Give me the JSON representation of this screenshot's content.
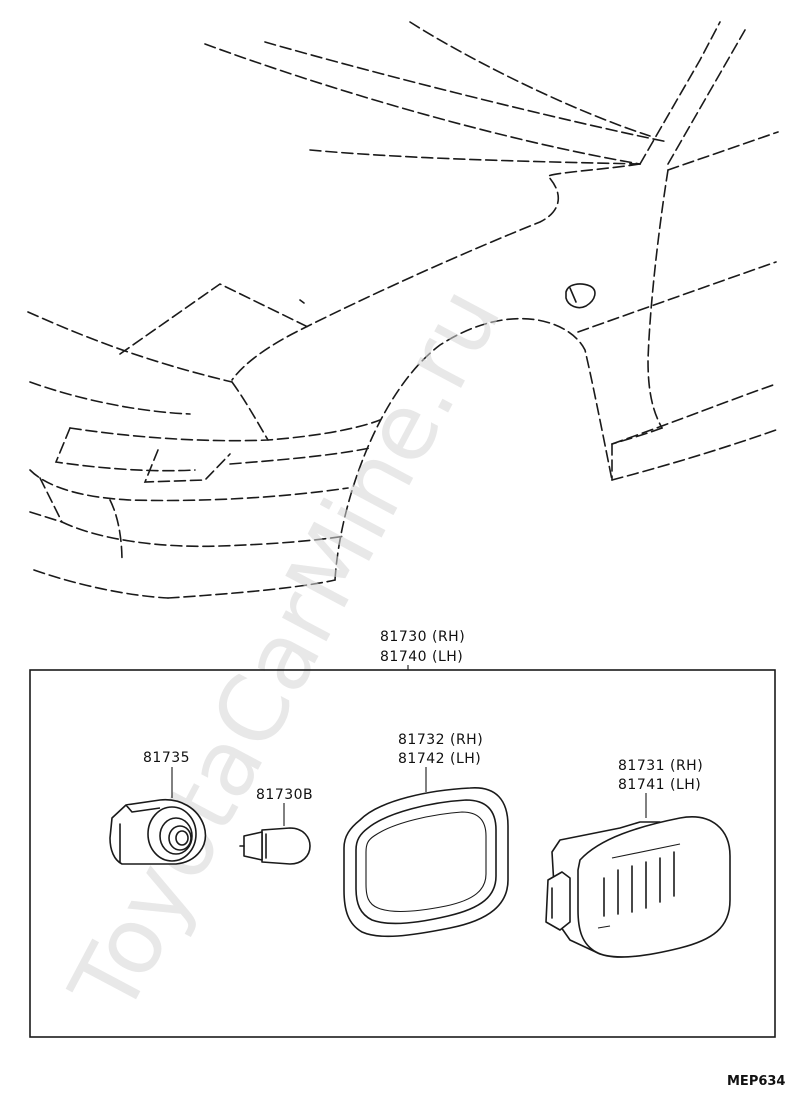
{
  "diagram": {
    "watermark": "ToyotaCarMine.ru",
    "assembly_label": {
      "rh": "81730 (RH)",
      "lh": "81740 (LH)"
    },
    "parts": {
      "socket": {
        "number": "81735"
      },
      "bulb": {
        "number": "81730B"
      },
      "gasket": {
        "rh": "81732 (RH)",
        "lh": "81742 (LH)"
      },
      "lens": {
        "rh": "81731 (RH)",
        "lh": "81741 (LH)"
      }
    },
    "figure_code": "MEP634"
  }
}
